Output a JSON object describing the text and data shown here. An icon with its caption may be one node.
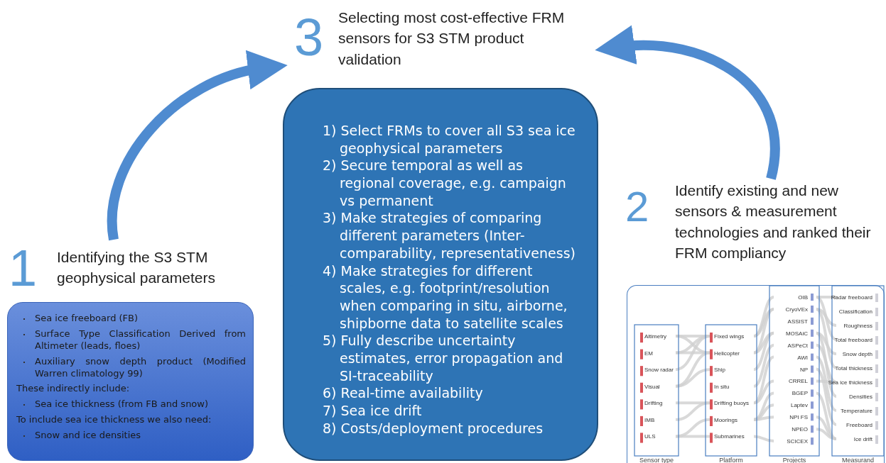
{
  "diagram": {
    "nodes": [
      {
        "text": [
          "1",
          "Identifying the S3 STM geophysical parameters",
          "Sea ice freeboard (FB)",
          "Surface Type Classification Derived from Altimeter (leads, floes)",
          "Auxiliary snow depth product (Modified Warren climatology 99)",
          "These indirectly include:",
          "Sea ice thickness (from FB and snow)",
          "To include sea ice thickness we also need:",
          "Snow and ice densities"
        ]
      },
      {
        "text": [
          "3",
          "Selecting most cost-effective FRM sensors for S3 STM product validation",
          "1) Select FRMs to cover all S3 sea ice geophysical parameters",
          "2) Secure temporal as well as regional coverage, e.g. campaign vs permanent",
          "3) Make strategies of comparing different parameters (Inter-comparability, representativeness)",
          "4) Make strategies for different scales, e.g. footprint/resolution when comparing in situ, airborne, shipborne data to satellite scales",
          "5) Fully describe uncertainty estimates, error propagation and SI-traceability",
          "6) Real-time availability",
          "7) Sea ice drift",
          "8) Costs/deployment procedures"
        ]
      },
      {
        "text": [
          "2",
          "Identify existing and new sensors & measurement technologies and ranked their FRM compliancy"
        ]
      }
    ],
    "edges": [
      {
        "from": 0,
        "to": 1,
        "arrow": "to"
      },
      {
        "from": 2,
        "to": 1,
        "arrow": "to"
      }
    ],
    "labels": [
      "Altimetry",
      "EM",
      "Snow radar",
      "Visual",
      "Drifting",
      "IMB",
      "ULS",
      "Fixed wings",
      "Helicopter",
      "Ship",
      "In situ",
      "Drifting buoys",
      "Moorings",
      "Submarines",
      "OIB",
      "CryoVEx",
      "ASSIST",
      "MOSAiC",
      "ASPeCt",
      "AWI",
      "NP",
      "CRREL",
      "BGEP",
      "Laptev",
      "NPI FS",
      "NPEO",
      "SCICEX",
      "Radar freeboard",
      "Classification",
      "Roughness",
      "Total freeboard",
      "Snow depth",
      "Total thickness",
      "Sea ice thickness",
      "Densities",
      "Temperature",
      "Freeboard",
      "Ice drift",
      "Sensor type",
      "Platform",
      "Projects",
      "Measurand"
    ]
  }
}
